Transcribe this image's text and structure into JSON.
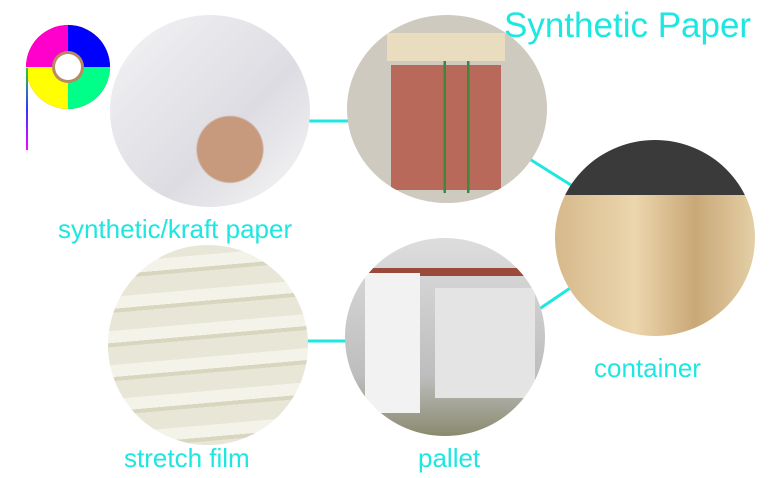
{
  "title": "Synthetic Paper",
  "logo": {
    "icon": "color-wheel-p-logo"
  },
  "steps": [
    {
      "label": "synthetic/kraft paper",
      "photo": "hands-handling-white-paper-sheets"
    },
    {
      "label": "stretch film",
      "photo": "stretch-film-wrapped-stack"
    },
    {
      "label": "pallet",
      "photo": "warehouse-rolls-on-pallets"
    },
    {
      "label": "container",
      "photo": "wrapped-pallets-in-shipping-container"
    }
  ],
  "packed_pallet_photo": "wooden-topped-strapped-pallet",
  "colors": {
    "accent": "#1ee6e0"
  }
}
